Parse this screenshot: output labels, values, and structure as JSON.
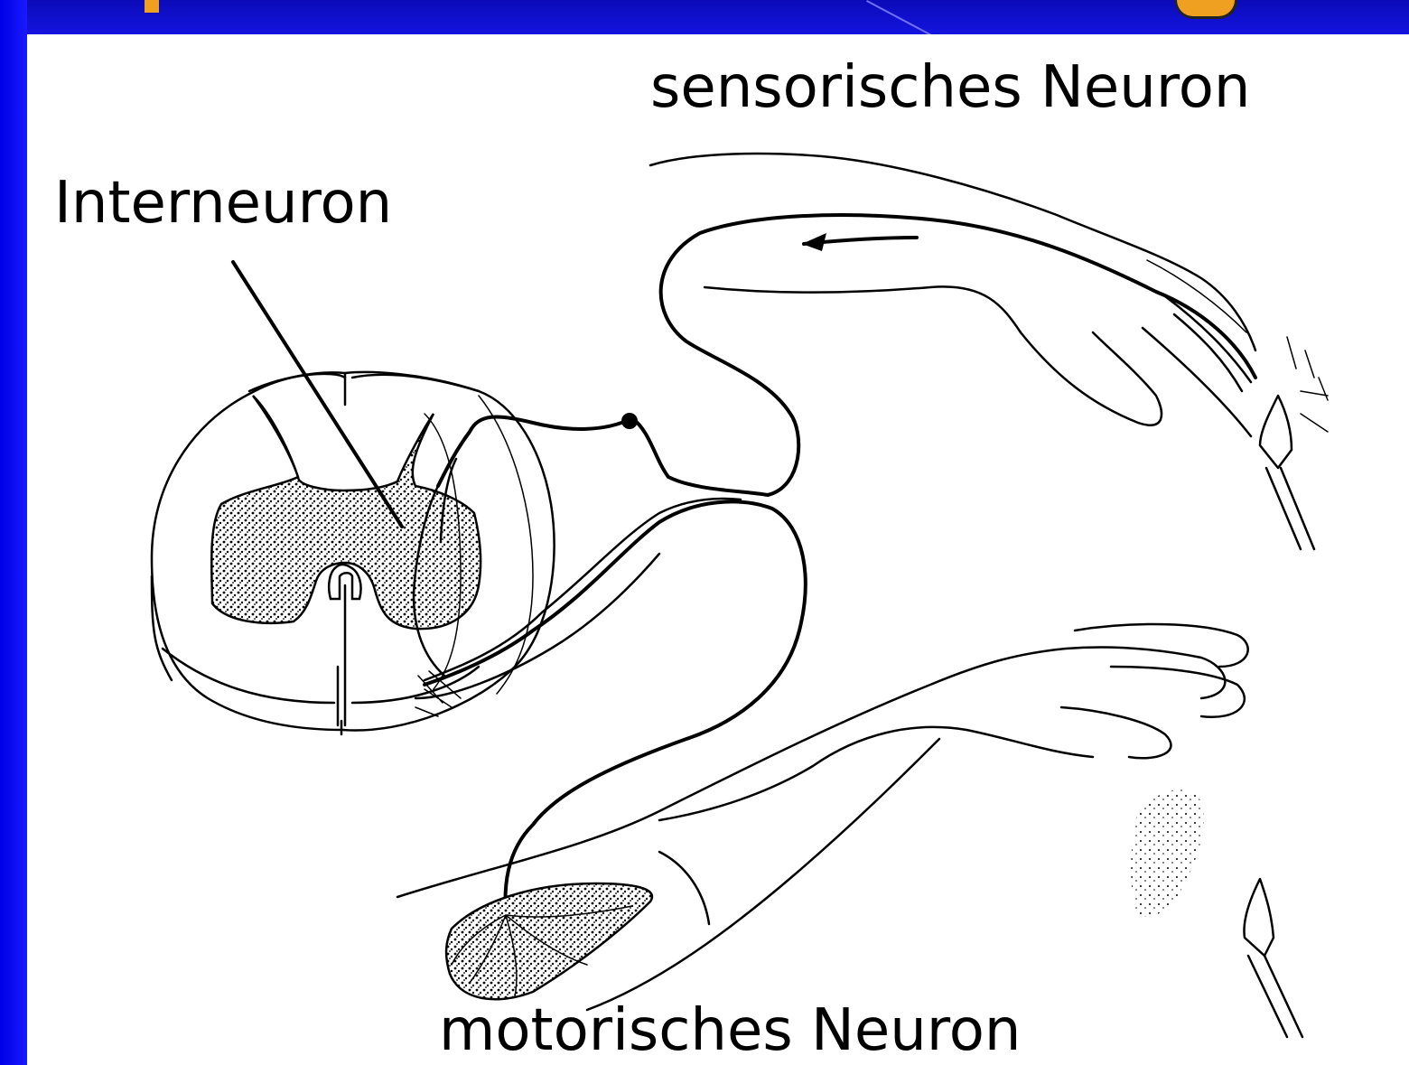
{
  "labels": {
    "sensory": "sensorisches Neuron",
    "inter": "Interneuron",
    "motor": "motorisches Neuron"
  },
  "colors": {
    "frame": "#0a0ad6",
    "title_accent": "#f0a020",
    "background": "#ffffff",
    "ink": "#000000"
  }
}
